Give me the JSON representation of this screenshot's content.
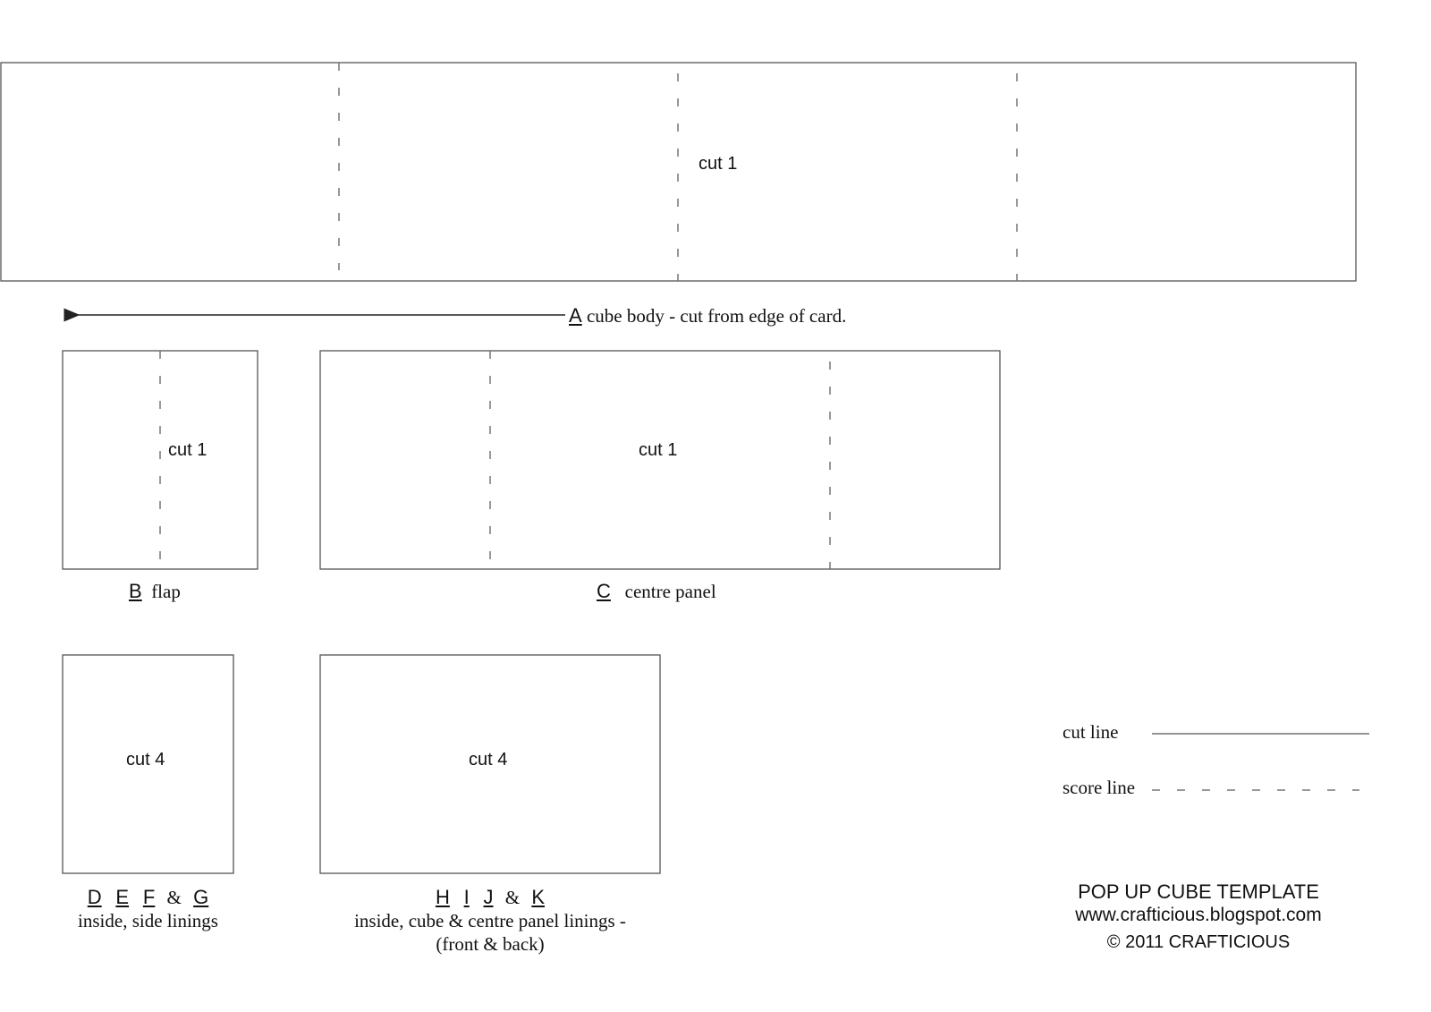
{
  "pieces": {
    "a": {
      "cut_text": "cut 1",
      "letter": "A",
      "description": "cube body - cut from edge of card."
    },
    "b": {
      "cut_text": "cut 1",
      "letter": "B",
      "description": "flap"
    },
    "c": {
      "cut_text": "cut 1",
      "letter": "C",
      "description": "centre panel"
    },
    "defg": {
      "cut_text": "cut 4",
      "letters": [
        "D",
        "E",
        "F",
        "G"
      ],
      "ampersand": "&",
      "description": "inside, side linings"
    },
    "hijk": {
      "cut_text": "cut 4",
      "letters": [
        "H",
        "I",
        "J",
        "K"
      ],
      "ampersand": "&",
      "description_line1": "inside, cube & centre panel linings -",
      "description_line2": "(front & back)"
    }
  },
  "legend": {
    "cut_line_label": "cut line",
    "score_line_label": "score line"
  },
  "footer": {
    "title": "POP UP CUBE TEMPLATE",
    "url": "www.crafticious.blogspot.com",
    "copyright": "© 2011  CRAFTICIOUS"
  },
  "colors": {
    "line": "#555555",
    "score": "#777777",
    "text": "#111111"
  }
}
